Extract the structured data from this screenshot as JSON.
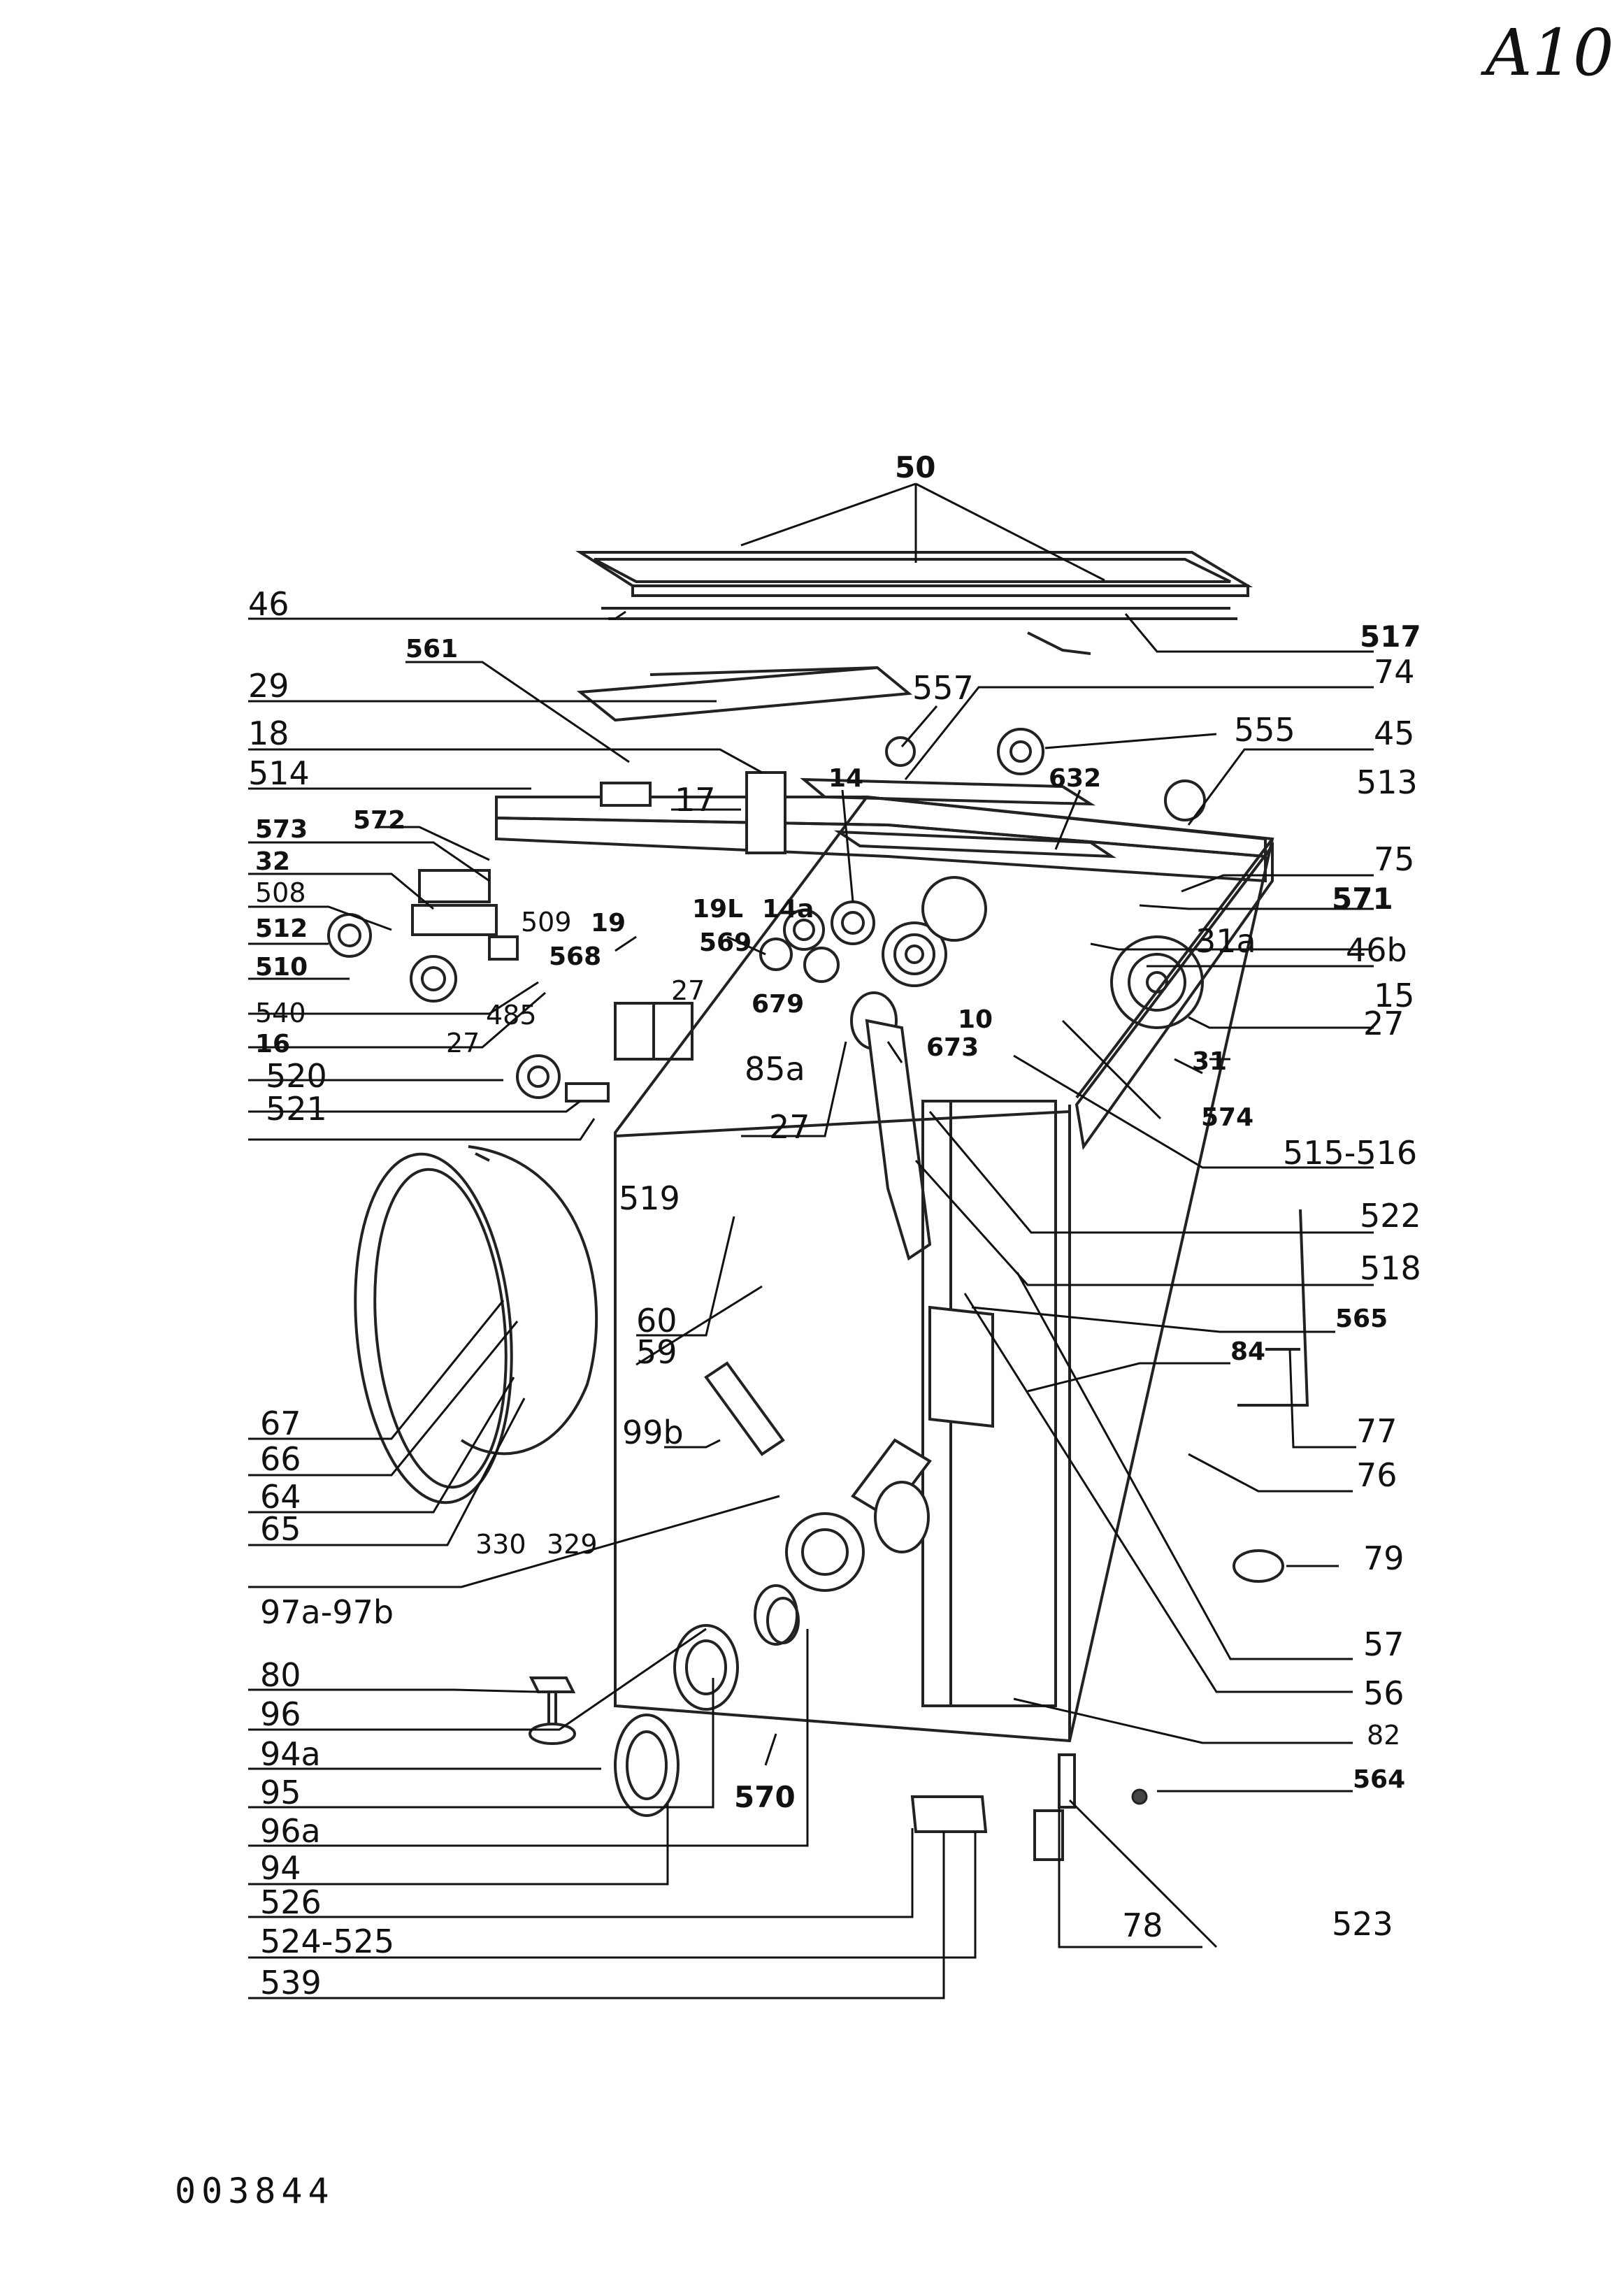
{
  "sheet": {
    "code": "A10",
    "document_number": "003844"
  },
  "callouts": [
    {
      "id": "c50",
      "text": "50"
    },
    {
      "id": "c46",
      "text": "46"
    },
    {
      "id": "c517",
      "text": "517"
    },
    {
      "id": "c561",
      "text": "561"
    },
    {
      "id": "c29",
      "text": "29"
    },
    {
      "id": "c557",
      "text": "557"
    },
    {
      "id": "c74",
      "text": "74"
    },
    {
      "id": "c555",
      "text": "555"
    },
    {
      "id": "c18",
      "text": "18"
    },
    {
      "id": "c45",
      "text": "45"
    },
    {
      "id": "c514",
      "text": "514"
    },
    {
      "id": "c14",
      "text": "14"
    },
    {
      "id": "c632",
      "text": "632"
    },
    {
      "id": "c513",
      "text": "513"
    },
    {
      "id": "c17",
      "text": "17"
    },
    {
      "id": "c573",
      "text": "573"
    },
    {
      "id": "c572",
      "text": "572"
    },
    {
      "id": "c75",
      "text": "75"
    },
    {
      "id": "c32",
      "text": "32"
    },
    {
      "id": "c571",
      "text": "571"
    },
    {
      "id": "c508",
      "text": "508"
    },
    {
      "id": "c14a",
      "text": "14a"
    },
    {
      "id": "c509",
      "text": "509"
    },
    {
      "id": "c19",
      "text": "19"
    },
    {
      "id": "c19L",
      "text": "19L"
    },
    {
      "id": "c512",
      "text": "512"
    },
    {
      "id": "c31a",
      "text": "31a"
    },
    {
      "id": "c569",
      "text": "569"
    },
    {
      "id": "c568",
      "text": "568"
    },
    {
      "id": "c46b",
      "text": "46b"
    },
    {
      "id": "c510",
      "text": "510"
    },
    {
      "id": "c27a",
      "text": "27"
    },
    {
      "id": "c679",
      "text": "679"
    },
    {
      "id": "c10",
      "text": "10"
    },
    {
      "id": "c15",
      "text": "15"
    },
    {
      "id": "c540",
      "text": "540"
    },
    {
      "id": "c485",
      "text": "485"
    },
    {
      "id": "c673",
      "text": "673"
    },
    {
      "id": "c27b",
      "text": "27"
    },
    {
      "id": "c16",
      "text": "16"
    },
    {
      "id": "c31",
      "text": "31"
    },
    {
      "id": "c27c",
      "text": "27"
    },
    {
      "id": "c85a",
      "text": "85a"
    },
    {
      "id": "c520",
      "text": "520"
    },
    {
      "id": "c574",
      "text": "574"
    },
    {
      "id": "c521",
      "text": "521"
    },
    {
      "id": "c27d",
      "text": "27"
    },
    {
      "id": "c515",
      "text": "515-516"
    },
    {
      "id": "c519",
      "text": "519"
    },
    {
      "id": "c522",
      "text": "522"
    },
    {
      "id": "c518",
      "text": "518"
    },
    {
      "id": "c60",
      "text": "60"
    },
    {
      "id": "c565",
      "text": "565"
    },
    {
      "id": "c59",
      "text": "59"
    },
    {
      "id": "c84",
      "text": "84"
    },
    {
      "id": "c99b",
      "text": "99b"
    },
    {
      "id": "c67",
      "text": "67"
    },
    {
      "id": "c77",
      "text": "77"
    },
    {
      "id": "c66",
      "text": "66"
    },
    {
      "id": "c76",
      "text": "76"
    },
    {
      "id": "c64",
      "text": "64"
    },
    {
      "id": "c65",
      "text": "65"
    },
    {
      "id": "c330",
      "text": "330"
    },
    {
      "id": "c329",
      "text": "329"
    },
    {
      "id": "c79",
      "text": "79"
    },
    {
      "id": "c97",
      "text": "97a-97b"
    },
    {
      "id": "c80",
      "text": "80"
    },
    {
      "id": "c57",
      "text": "57"
    },
    {
      "id": "c96",
      "text": "96"
    },
    {
      "id": "c56",
      "text": "56"
    },
    {
      "id": "c82",
      "text": "82"
    },
    {
      "id": "c94a",
      "text": "94a"
    },
    {
      "id": "c564",
      "text": "564"
    },
    {
      "id": "c95",
      "text": "95"
    },
    {
      "id": "c570",
      "text": "570"
    },
    {
      "id": "c96a",
      "text": "96a"
    },
    {
      "id": "c94",
      "text": "94"
    },
    {
      "id": "c526",
      "text": "526"
    },
    {
      "id": "c78",
      "text": "78"
    },
    {
      "id": "c523",
      "text": "523"
    },
    {
      "id": "c524",
      "text": "524-525"
    },
    {
      "id": "c539",
      "text": "539"
    }
  ]
}
